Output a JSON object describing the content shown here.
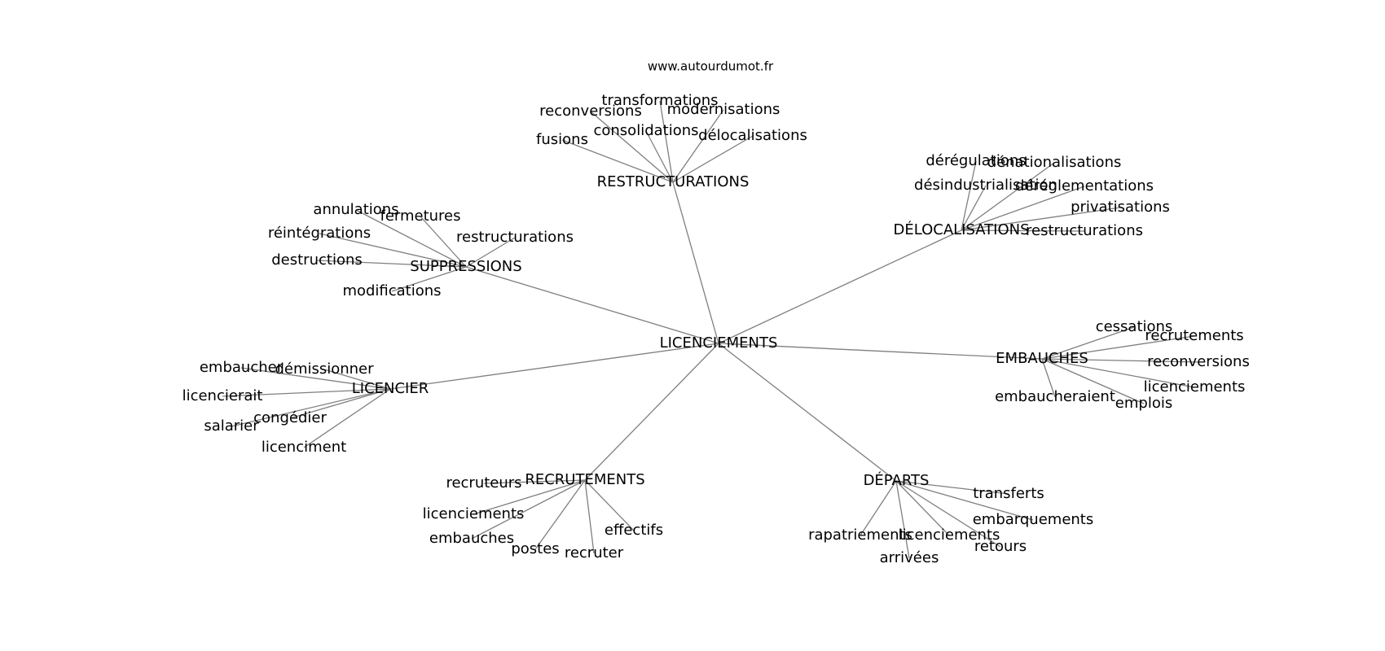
{
  "watermark": "www.autourdumot.fr",
  "graph": {
    "center": "LICENCIEMENTS",
    "groups": [
      {
        "label": "RESTRUCTURATIONS",
        "words": [
          "transformations",
          "reconversions",
          "modernisations",
          "consolidations",
          "fusions",
          "délocalisations"
        ]
      },
      {
        "label": "DÉLOCALISATIONS",
        "words": [
          "dérégulations",
          "dénationalisations",
          "désindustrialisation",
          "déréglementations",
          "privatisations",
          "restructurations"
        ]
      },
      {
        "label": "SUPPRESSIONS",
        "words": [
          "annulations",
          "fermetures",
          "réintégrations",
          "restructurations",
          "destructions",
          "modifications"
        ]
      },
      {
        "label": "EMBAUCHES",
        "words": [
          "cessations",
          "recrutements",
          "reconversions",
          "licenciements",
          "embaucheraient",
          "emplois"
        ]
      },
      {
        "label": "LICENCIER",
        "words": [
          "embaucher",
          "démissionner",
          "licencierait",
          "congédier",
          "salarier",
          "licenciment"
        ]
      },
      {
        "label": "RECRUTEMENTS",
        "words": [
          "recruteurs",
          "licenciements",
          "embauches",
          "effectifs",
          "postes",
          "recruter"
        ]
      },
      {
        "label": "DÉPARTS",
        "words": [
          "transferts",
          "embarquements",
          "rapatriements",
          "licenciements",
          "retours",
          "arrivées"
        ]
      }
    ]
  }
}
